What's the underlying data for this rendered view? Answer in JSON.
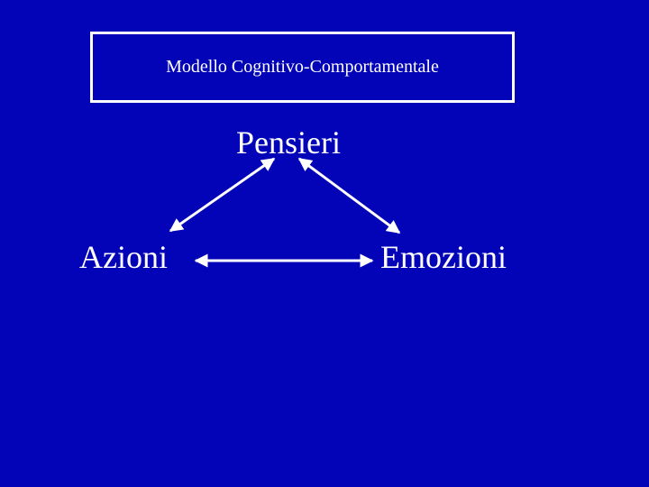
{
  "title": "Modello Cognitivo-Comportamentale",
  "nodes": {
    "thoughts": "Pensieri",
    "actions": "Azioni",
    "emotions": "Emozioni"
  },
  "colors": {
    "background": "#0303b8",
    "foreground": "#ffffff"
  }
}
